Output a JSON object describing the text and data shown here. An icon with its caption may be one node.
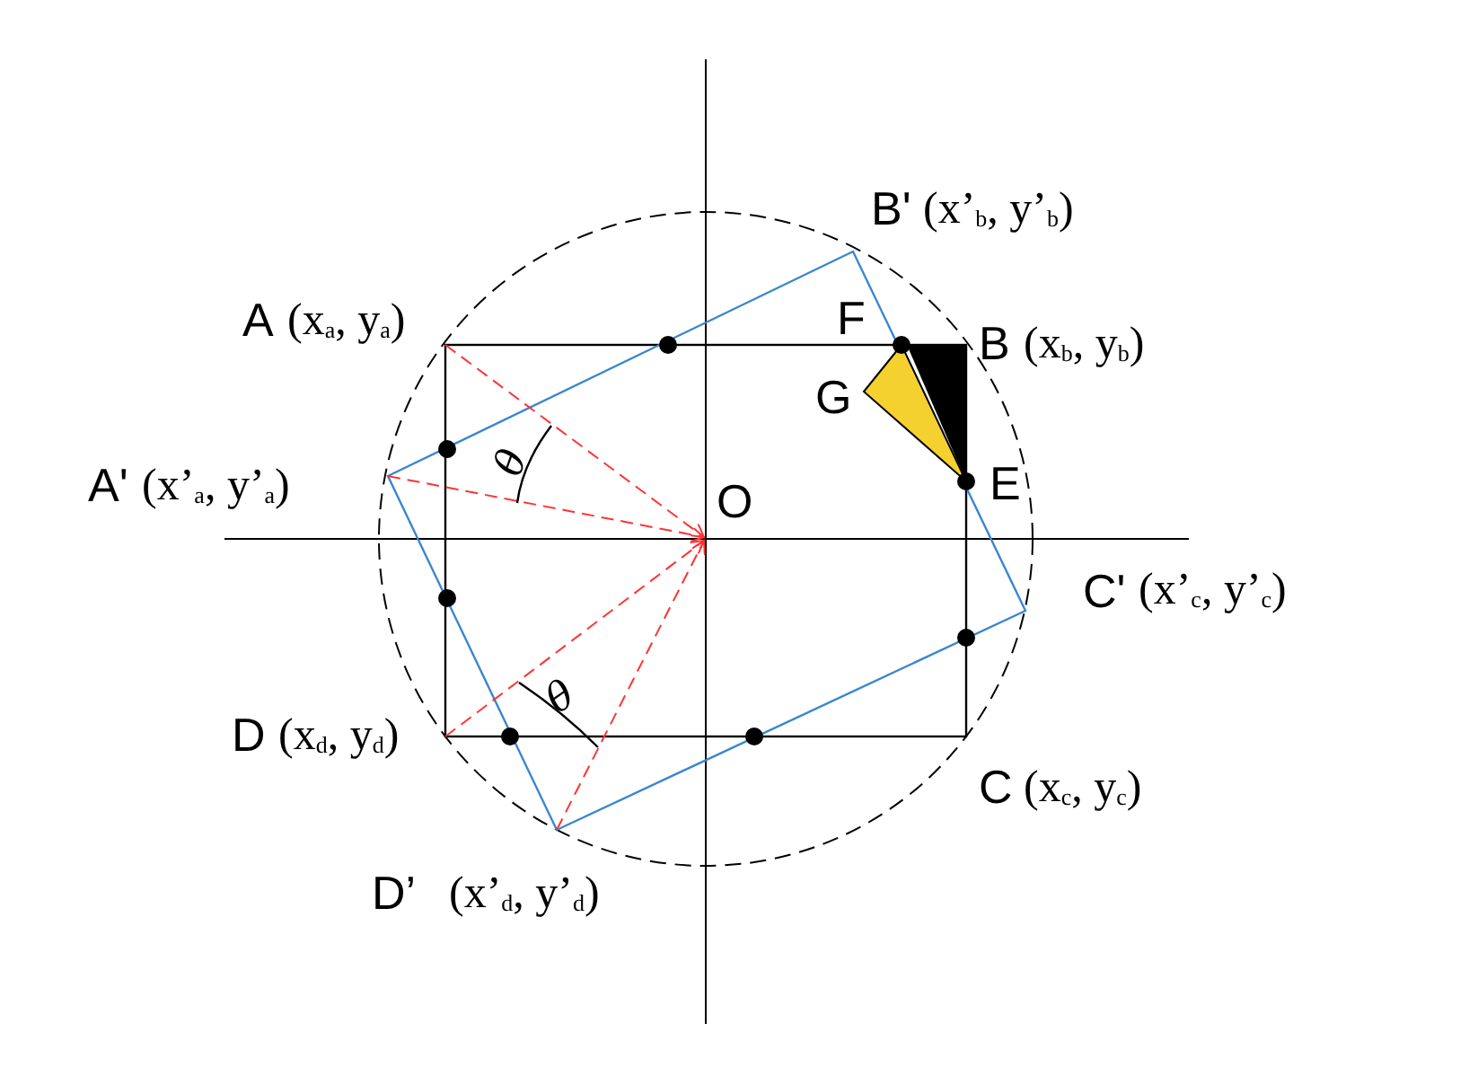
{
  "diagram": {
    "labels": [
      "B'",
      "(x’$_{b}$, y’$_{b}$)",
      "A",
      "(x$_{a}$, y$_{a}$)",
      "F",
      "B",
      "(x$_{b}$, y$_{b}$)",
      "G",
      "θ",
      "A'",
      "(x’$_{a}$, y’$_{a}$)",
      "E",
      "O",
      "C'",
      "(x’$_{c}$, y’$_{c}$)",
      "θ",
      "D",
      "(x$_{d}$, y$_{d}$)",
      "C",
      "(x$_{c}$, y$_{c}$)",
      "D’",
      "(x’$_{d}$, y’$_{d}$)"
    ]
  }
}
